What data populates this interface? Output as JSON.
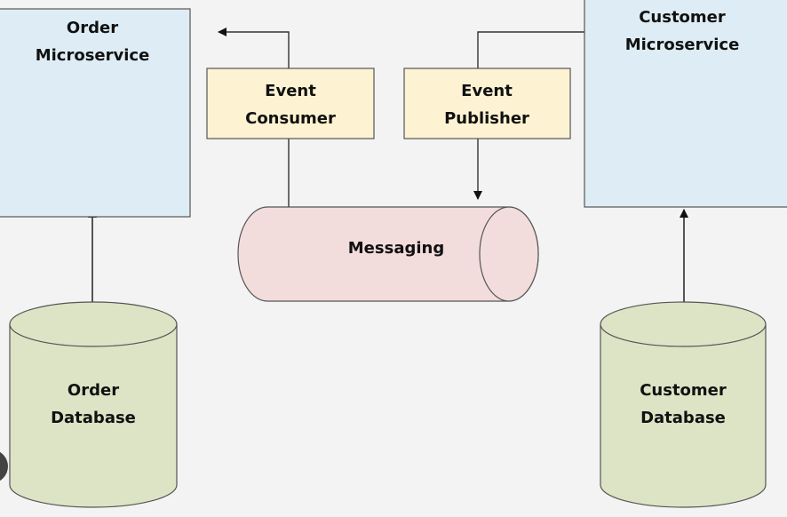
{
  "nodes": {
    "order_service": {
      "line1": "Order",
      "line2": "Microservice"
    },
    "customer_service": {
      "line1": "Customer",
      "line2": "Microservice"
    },
    "event_consumer": {
      "line1": "Event",
      "line2": "Consumer"
    },
    "event_publisher": {
      "line1": "Event",
      "line2": "Publisher"
    },
    "messaging": {
      "label": "Messaging"
    },
    "order_db": {
      "line1": "Order",
      "line2": "Database"
    },
    "customer_db": {
      "line1": "Customer",
      "line2": "Database"
    }
  },
  "colors": {
    "service_fill": "#deedf5",
    "event_fill": "#fdf3d2",
    "queue_fill": "#f2dcdc",
    "db_fill": "#dde4c5",
    "stroke": "#555555",
    "arrow": "#111111"
  }
}
